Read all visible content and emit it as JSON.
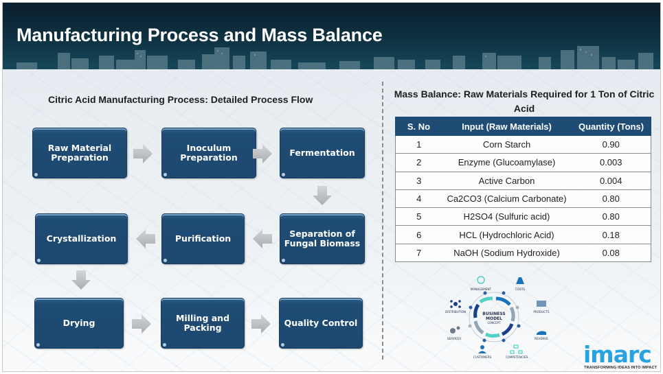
{
  "header": {
    "title": "Manufacturing Process and Mass Balance"
  },
  "process_flow": {
    "title": "Citric Acid Manufacturing Process: Detailed Process Flow",
    "steps": [
      {
        "order": 1,
        "label": "Raw Material Preparation"
      },
      {
        "order": 2,
        "label": "Inoculum Preparation"
      },
      {
        "order": 3,
        "label": "Fermentation"
      },
      {
        "order": 4,
        "label": "Separation of Fungal Biomass"
      },
      {
        "order": 5,
        "label": "Purification"
      },
      {
        "order": 6,
        "label": "Crystallization"
      },
      {
        "order": 7,
        "label": "Drying"
      },
      {
        "order": 8,
        "label": "Milling and Packing"
      },
      {
        "order": 9,
        "label": "Quality Control"
      }
    ],
    "arrow_color": "#b8bcc0",
    "step_color": "#1f4c74"
  },
  "mass_balance": {
    "title": "Mass Balance: Raw Materials Required for 1 Ton of Citric Acid",
    "columns": [
      "S. No",
      "Input (Raw Materials)",
      "Quantity (Tons)"
    ],
    "rows": [
      {
        "sno": "1",
        "material": "Corn Starch",
        "quantity": "0.90"
      },
      {
        "sno": "2",
        "material": "Enzyme (Glucoamylase)",
        "quantity": "0.003"
      },
      {
        "sno": "3",
        "material": "Active Carbon",
        "quantity": "0.004"
      },
      {
        "sno": "4",
        "material": "Ca2CO3 (Calcium Carbonate)",
        "quantity": "0.80"
      },
      {
        "sno": "5",
        "material": "H2SO4 (Sulfuric acid)",
        "quantity": "0.80"
      },
      {
        "sno": "6",
        "material": "HCL (Hydrochloric Acid)",
        "quantity": "0.18"
      },
      {
        "sno": "7",
        "material": "NaOH (Sodium Hydroxide)",
        "quantity": "0.08"
      }
    ],
    "header_color": "#1f4c74"
  },
  "business_model": {
    "center": [
      "BUSINESS",
      "MODEL",
      "CONCEPT"
    ],
    "labels": {
      "management": "MANAGEMENT",
      "costs": "COSTS",
      "distribution": "DISTRIBUTION",
      "products": "PRODUCTS",
      "services": "SERVICES",
      "revenue": "REVENUE",
      "customers": "CUSTOMERS",
      "competencies": "COMPETENCIES"
    }
  },
  "logo": {
    "name": "imarc",
    "tagline": "TRANSFORMING IDEAS INTO IMPACT",
    "color": "#27a3e0"
  }
}
